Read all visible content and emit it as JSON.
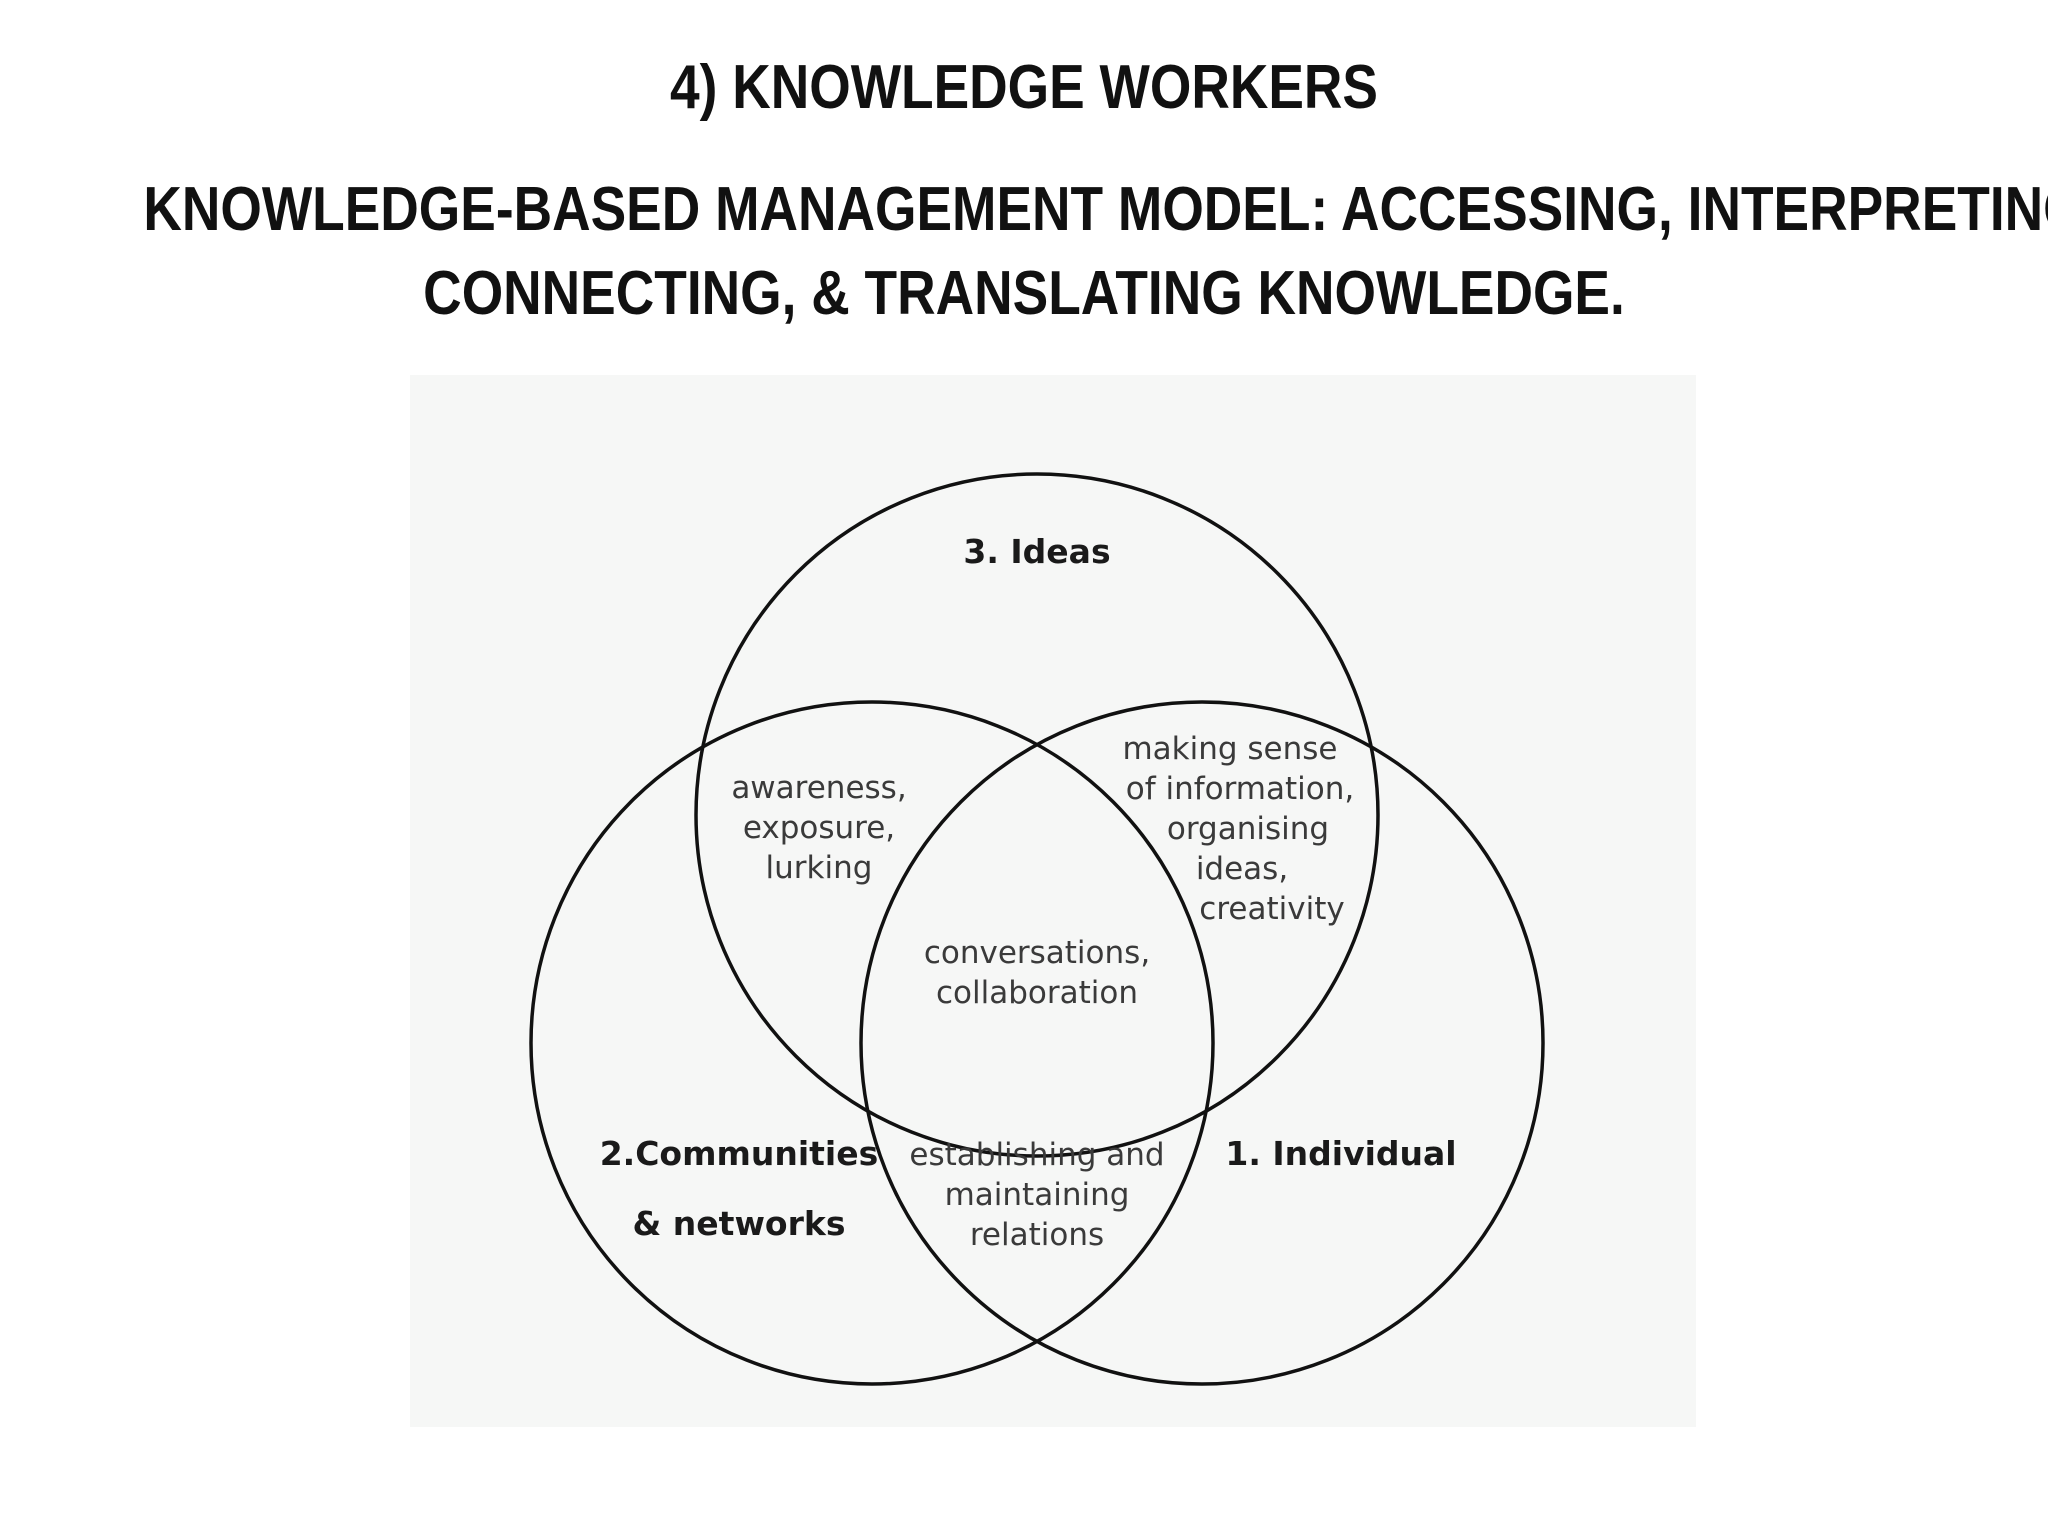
{
  "slide": {
    "title": "4) KNOWLEDGE WORKERS",
    "subtitle_lines": [
      "KNOWLEDGE-BASED MANAGEMENT MODEL: ACCESSING, INTERPRETING,",
      "CONNECTING, & TRANSLATING KNOWLEDGE."
    ]
  },
  "diagram": {
    "sets": {
      "ideas": "3. Ideas",
      "communities_line1": "2.Communities",
      "communities_line2": "& networks",
      "individual": "1. Individual"
    },
    "overlaps": {
      "ideas_communities": [
        "awareness,",
        "exposure,",
        "lurking"
      ],
      "ideas_individual": [
        "making sense",
        "of information,",
        "organising",
        "ideas,",
        "creativity"
      ],
      "communities_individual": [
        "establishing and",
        "maintaining",
        "relations"
      ],
      "all_three": [
        "conversations,",
        "collaboration"
      ]
    },
    "colors": {
      "outline": "#111111",
      "panel_background": "#f6f7f6"
    }
  }
}
